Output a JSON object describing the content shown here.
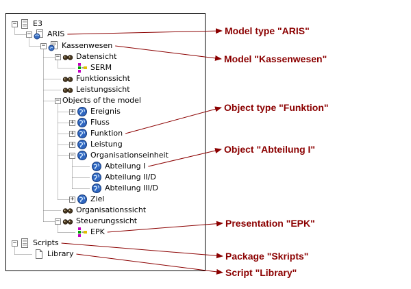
{
  "colors": {
    "annotation": "#8b0000",
    "tree_line": "#808080",
    "panel_border": "#000000"
  },
  "tree": [
    {
      "id": "e3",
      "label": "E3",
      "icon": "document-icon",
      "expander": "-"
    },
    {
      "id": "aris",
      "label": "ARIS",
      "icon": "model-type-icon",
      "expander": "-"
    },
    {
      "id": "kassenwesen",
      "label": "Kassenwesen",
      "icon": "model-icon",
      "expander": "-"
    },
    {
      "id": "datensicht",
      "label": "Datensicht",
      "icon": "view-glasses-icon",
      "expander": "-"
    },
    {
      "id": "serm",
      "label": "SERM",
      "icon": "presentation-icon",
      "expander": ""
    },
    {
      "id": "funktionssicht",
      "label": "Funktionssicht",
      "icon": "view-glasses-icon",
      "expander": ""
    },
    {
      "id": "leistungssicht",
      "label": "Leistungssicht",
      "icon": "view-glasses-icon",
      "expander": ""
    },
    {
      "id": "objects",
      "label": "Objects of the model",
      "icon": "",
      "expander": "-"
    },
    {
      "id": "ereignis",
      "label": "Ereignis",
      "icon": "globe-icon",
      "expander": "+"
    },
    {
      "id": "fluss",
      "label": "Fluss",
      "icon": "globe-icon",
      "expander": "+"
    },
    {
      "id": "funktion",
      "label": "Funktion",
      "icon": "globe-icon",
      "expander": "+"
    },
    {
      "id": "leistung",
      "label": "Leistung",
      "icon": "globe-icon",
      "expander": "+"
    },
    {
      "id": "organisationseinheit",
      "label": "Organisationseinheit",
      "icon": "globe-icon",
      "expander": "-"
    },
    {
      "id": "abteilung1",
      "label": "Abteilung I",
      "icon": "globe-icon",
      "expander": ""
    },
    {
      "id": "abteilung2",
      "label": "Abteilung II/D",
      "icon": "globe-icon",
      "expander": ""
    },
    {
      "id": "abteilung3",
      "label": "Abteilung III/D",
      "icon": "globe-icon",
      "expander": ""
    },
    {
      "id": "ziel",
      "label": "Ziel",
      "icon": "globe-icon",
      "expander": "+"
    },
    {
      "id": "organisationssicht",
      "label": "Organisationssicht",
      "icon": "view-glasses-icon",
      "expander": ""
    },
    {
      "id": "steuerungssicht",
      "label": "Steuerungssicht",
      "icon": "view-glasses-icon",
      "expander": "-"
    },
    {
      "id": "epk",
      "label": "EPK",
      "icon": "presentation-icon",
      "expander": ""
    },
    {
      "id": "scripts",
      "label": "Scripts",
      "icon": "document-icon",
      "expander": "-"
    },
    {
      "id": "library",
      "label": "Library",
      "icon": "page-icon",
      "expander": ""
    }
  ],
  "annotations": [
    {
      "id": "model-type",
      "text": "Model type \"ARIS\"",
      "target": "aris"
    },
    {
      "id": "model",
      "text": "Model \"Kassenwesen\"",
      "target": "kassenwesen"
    },
    {
      "id": "object-type",
      "text": "Object type \"Funktion\"",
      "target": "funktion"
    },
    {
      "id": "object",
      "text": "Object \"Abteilung I\"",
      "target": "abteilung1"
    },
    {
      "id": "presentation",
      "text": "Presentation \"EPK\"",
      "target": "epk"
    },
    {
      "id": "package",
      "text": "Package \"Skripts\"",
      "target": "scripts"
    },
    {
      "id": "script",
      "text": "Script \"Library\"",
      "target": "library"
    }
  ]
}
